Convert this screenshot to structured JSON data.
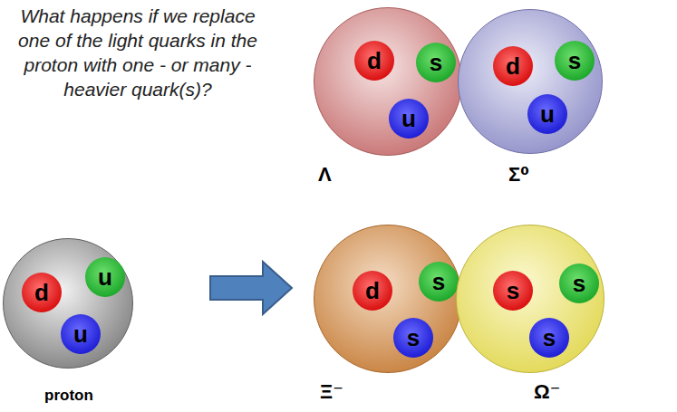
{
  "diagram": {
    "nodes": [
      {
        "text": [
          "Λ"
        ]
      },
      {
        "text": [
          "d"
        ],
        "in": 0
      },
      {
        "text": [
          "s"
        ],
        "in": 0
      },
      {
        "text": [
          "u"
        ],
        "in": 0
      },
      {
        "text": [
          "Σ⁰"
        ]
      },
      {
        "text": [
          "d"
        ],
        "in": 4
      },
      {
        "text": [
          "s"
        ],
        "in": 4
      },
      {
        "text": [
          "u"
        ],
        "in": 4
      },
      {
        "text": [
          "proton"
        ]
      },
      {
        "text": [
          "d"
        ],
        "in": 8
      },
      {
        "text": [
          "u"
        ],
        "in": 8
      },
      {
        "text": [
          "u"
        ],
        "in": 8
      },
      {
        "text": [
          "Ξ⁻"
        ]
      },
      {
        "text": [
          "d"
        ],
        "in": 12
      },
      {
        "text": [
          "s"
        ],
        "in": 12
      },
      {
        "text": [
          "s"
        ],
        "in": 12
      },
      {
        "text": [
          "Ω⁻"
        ]
      },
      {
        "text": [
          "s"
        ],
        "in": 16
      },
      {
        "text": [
          "s"
        ],
        "in": 16
      },
      {
        "text": [
          "s"
        ],
        "in": 16
      }
    ],
    "labels": [
      "What happens if we replace one of the light quarks in the proton with one - or many - heavier quark(s)?"
    ]
  }
}
